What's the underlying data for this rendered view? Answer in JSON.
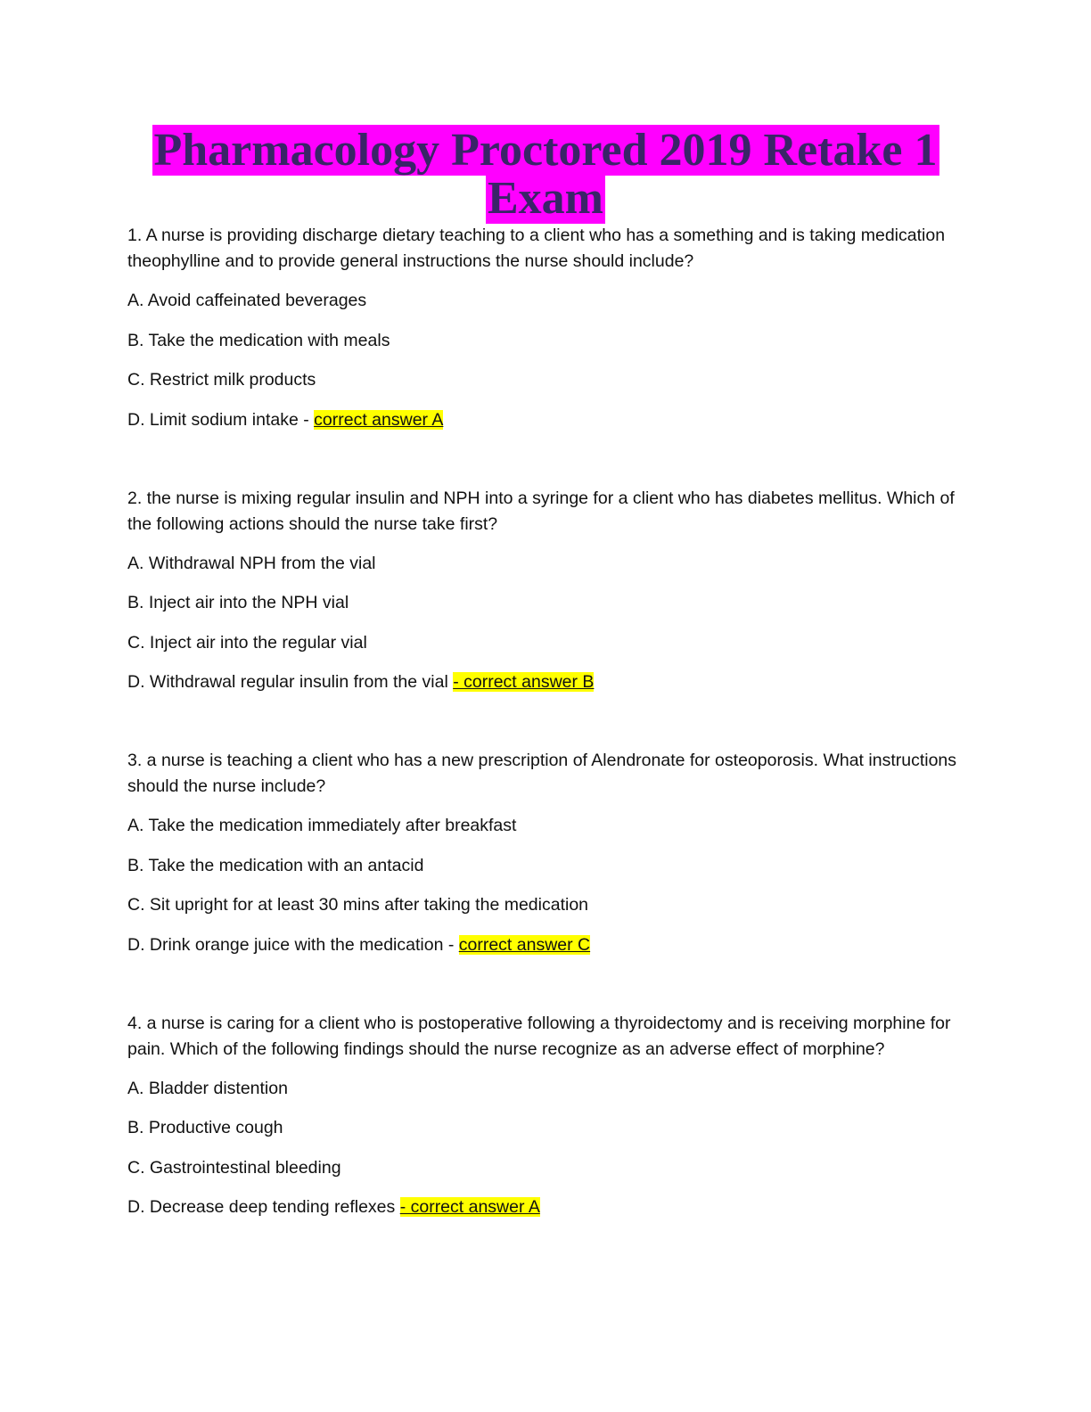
{
  "title_line1": "Pharmacology Proctored 2019 Retake 1",
  "title_line2": "Exam",
  "questions": [
    {
      "text": "1. A nurse is providing discharge dietary teaching to a client who has a something and is taking medication theophylline and to provide general instructions the nurse should include?",
      "options": [
        "A. Avoid caffeinated beverages",
        "B. Take the medication with meals",
        "C. Restrict milk products",
        "D. Limit sodium intake - "
      ],
      "answer": "correct answer A"
    },
    {
      "text": "2. the nurse is mixing regular insulin and NPH into a syringe for a client who has diabetes mellitus. Which of the following actions should the nurse take first?",
      "options": [
        "A. Withdrawal NPH from the vial",
        "B. Inject air into the NPH vial",
        "C. Inject air into the regular vial",
        "D. Withdrawal regular insulin from the vial "
      ],
      "answer": "- correct answer B"
    },
    {
      "text": "3. a nurse is teaching a client who has a new prescription of Alendronate for osteoporosis. What instructions should the nurse include?",
      "options": [
        "A. Take the medication immediately after breakfast",
        "B. Take the medication with an antacid",
        "C. Sit upright for at least 30 mins after taking the medication",
        "D. Drink orange juice with the medication - "
      ],
      "answer": "correct answer C"
    },
    {
      "text": "4. a nurse is caring for a client who is postoperative following a thyroidectomy and is receiving morphine for pain. Which of the following findings should the nurse recognize as an adverse effect of morphine?",
      "options": [
        "A. Bladder distention",
        "B. Productive cough",
        "C. Gastrointestinal bleeding",
        "D. Decrease deep tending reflexes "
      ],
      "answer": "- correct answer A"
    }
  ]
}
